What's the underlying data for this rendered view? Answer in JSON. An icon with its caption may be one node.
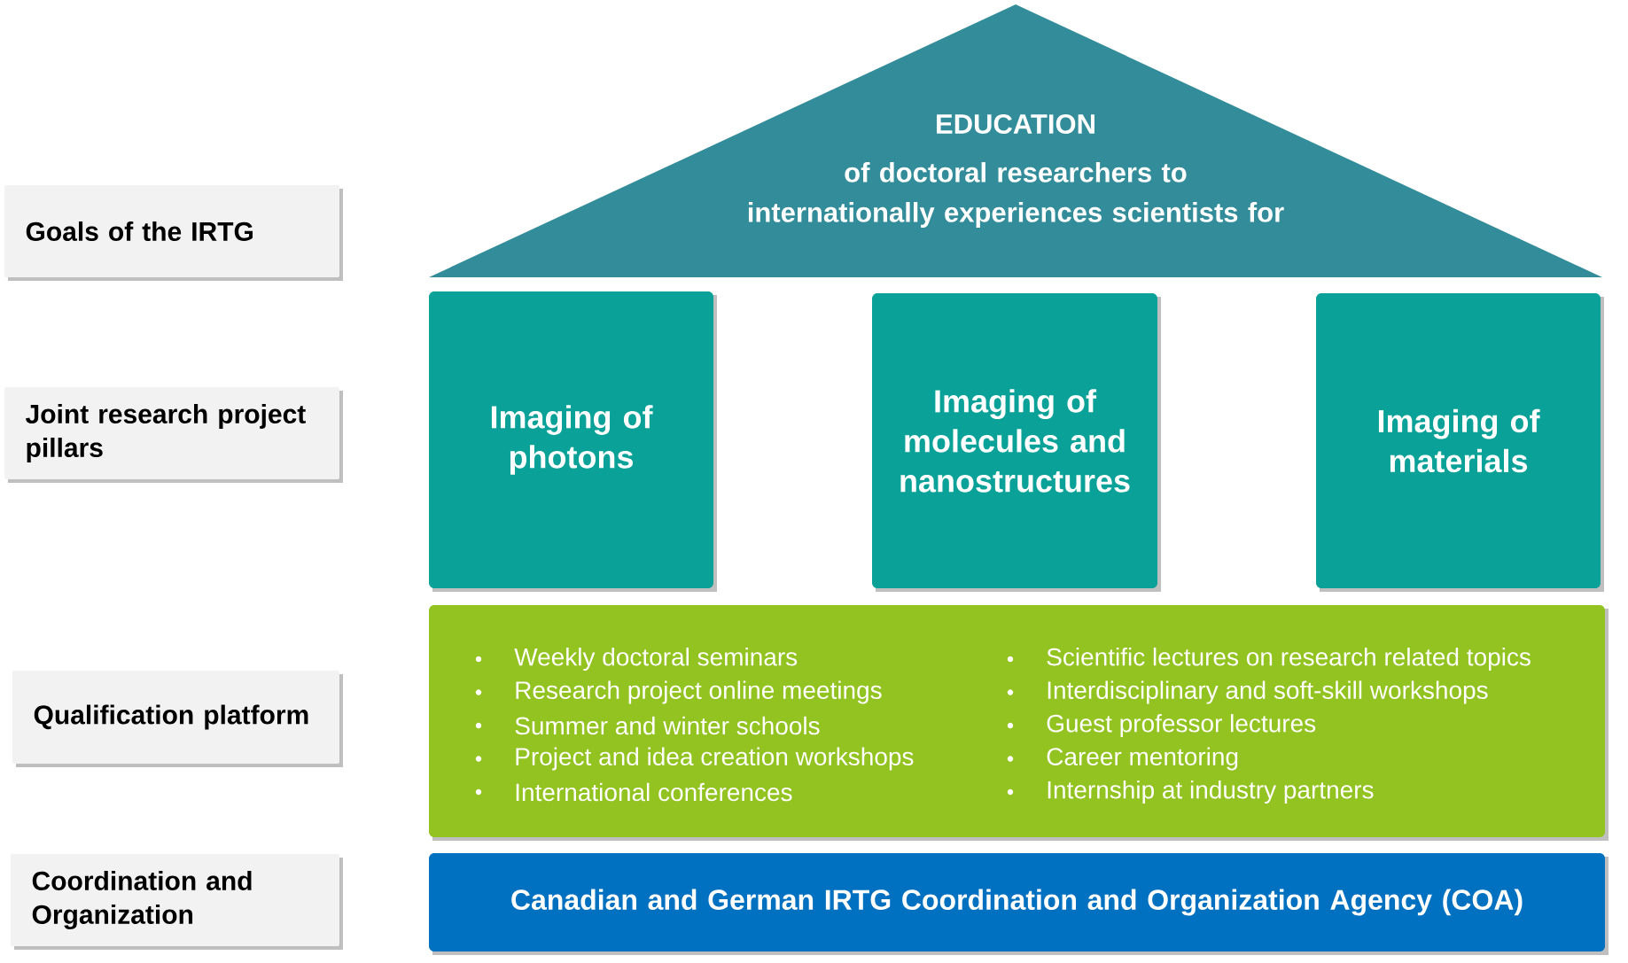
{
  "diagram": {
    "nodes": [
      {
        "text": [
          "Goals of the IRTG"
        ]
      },
      {
        "text": [
          "EDUCATION",
          "of doctoral researchers to internationally experiences scientists for"
        ]
      },
      {
        "text": [
          "Joint research project pillars"
        ]
      },
      {
        "text": [
          "Imaging of photons"
        ]
      },
      {
        "text": [
          "Imaging of molecules and nanostructures"
        ]
      },
      {
        "text": [
          "Imaging of materials"
        ]
      },
      {
        "text": [
          "Qualification platform"
        ]
      },
      {
        "text": [
          "Weekly doctoral seminars",
          "Research project online meetings",
          "Summer and winter schools",
          "Project and idea creation workshops",
          "International conferences",
          "Scientific lectures on research related topics",
          "Interdisciplinary and soft-skill workshops",
          "Guest professor lectures",
          "Career mentoring",
          "Internship at industry partners"
        ]
      },
      {
        "text": [
          "Coordination and Organization"
        ]
      },
      {
        "text": [
          "Canadian and German IRTG Coordination and Organization Agency (COA)"
        ]
      }
    ],
    "edges": []
  }
}
